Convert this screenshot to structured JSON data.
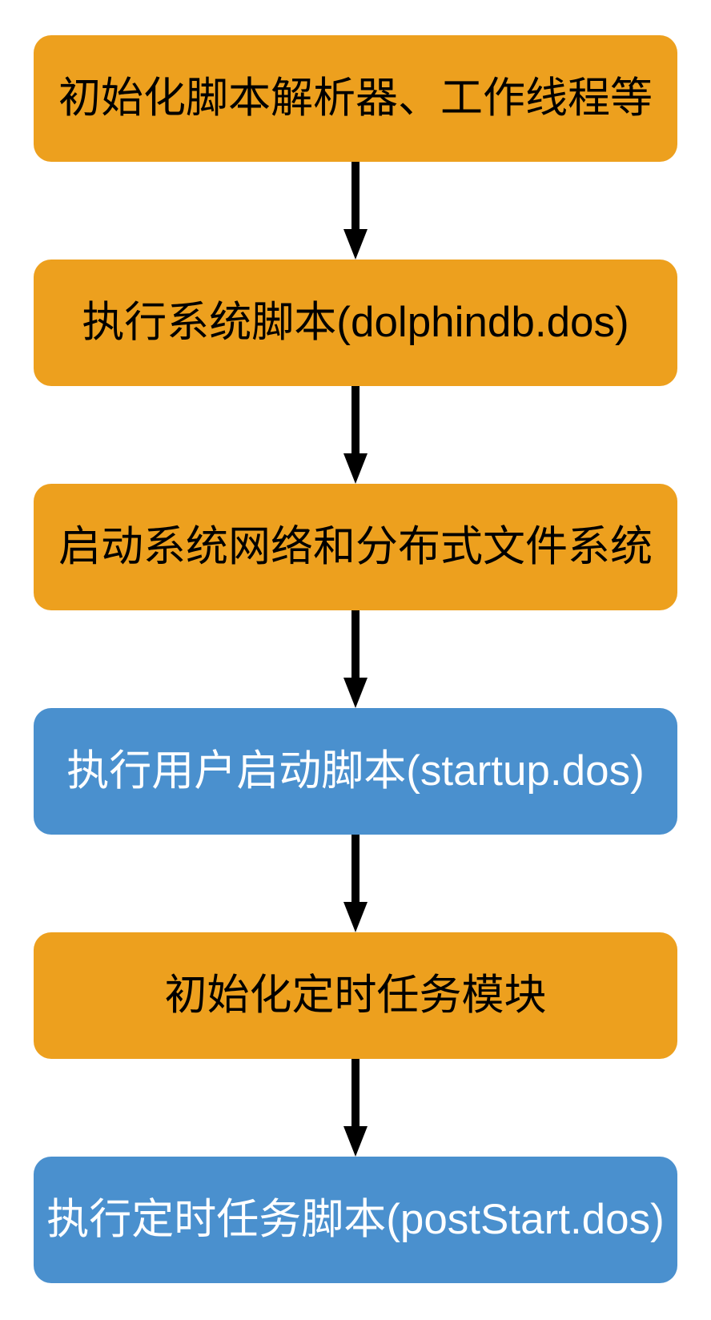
{
  "diagram": {
    "kind": "flowchart",
    "direction": "top-to-bottom",
    "steps": [
      {
        "label": "初始化脚本解析器、工作线程等",
        "type": "system"
      },
      {
        "label": "执行系统脚本(dolphindb.dos)",
        "type": "system"
      },
      {
        "label": "启动系统网络和分布式文件系统",
        "type": "system"
      },
      {
        "label": "执行用户启动脚本(startup.dos)",
        "type": "user"
      },
      {
        "label": "初始化定时任务模块",
        "type": "system"
      },
      {
        "label": "执行定时任务脚本(postStart.dos)",
        "type": "user"
      }
    ],
    "connectors": [
      {
        "from": 0,
        "to": 1,
        "style": "solid-arrow-down"
      },
      {
        "from": 1,
        "to": 2,
        "style": "solid-arrow-down"
      },
      {
        "from": 2,
        "to": 3,
        "style": "solid-arrow-down"
      },
      {
        "from": 3,
        "to": 4,
        "style": "solid-arrow-down"
      },
      {
        "from": 4,
        "to": 5,
        "style": "solid-arrow-down"
      }
    ],
    "colors": {
      "system_fill": "#EDA01E",
      "system_text": "#000000",
      "user_fill": "#4A90CE",
      "user_text": "#FFFFFF",
      "arrow": "#000000",
      "background": "#FFFFFF"
    }
  }
}
